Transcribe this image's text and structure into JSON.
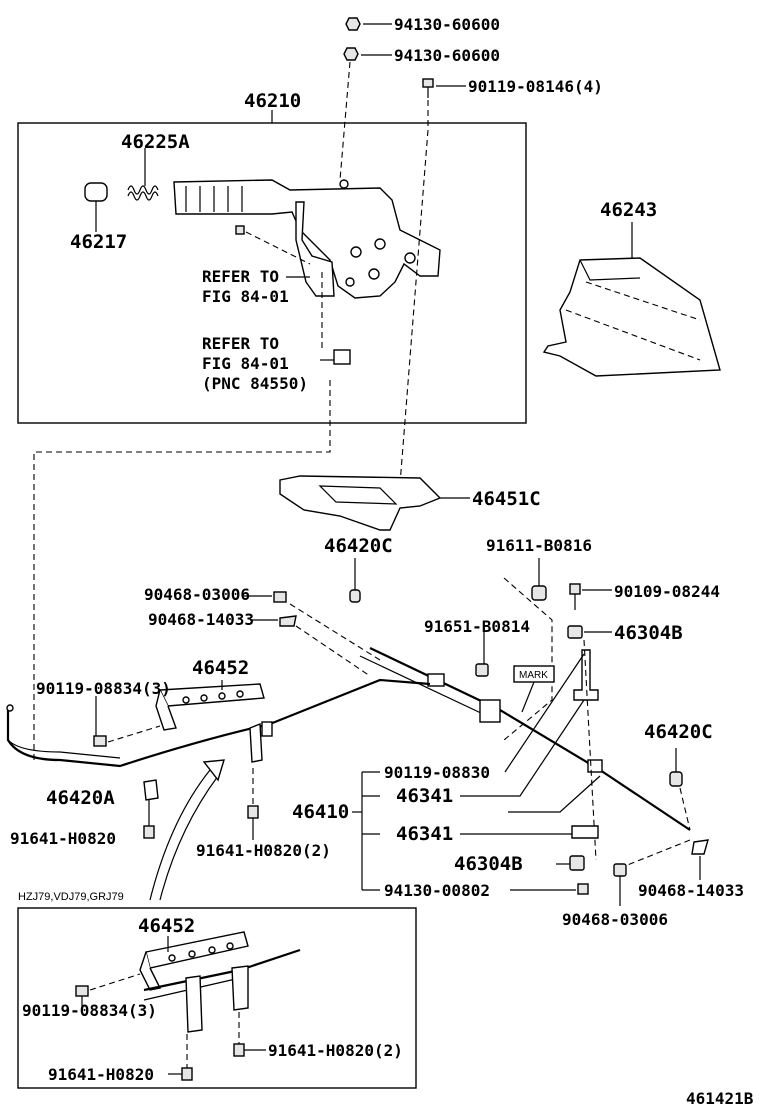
{
  "labels": {
    "p94130_60600_a": "94130-60600",
    "p94130_60600_b": "94130-60600",
    "p90119_08146": "90119-08146(4)",
    "p46210": "46210",
    "p46225A": "46225A",
    "p46217": "46217",
    "refer1_line1": "REFER TO",
    "refer1_line2": "FIG 84-01",
    "refer2_line1": "REFER TO",
    "refer2_line2": "FIG 84-01",
    "refer2_line3": "(PNC 84550)",
    "p46243": "46243",
    "p46451C": "46451C",
    "p46420C_top": "46420C",
    "p91611_B0816": "91611-B0816",
    "p90468_03006_top": "90468-03006",
    "p90109_08244": "90109-08244",
    "p90468_14033_top": "90468-14033",
    "p91651_B0814": "91651-B0814",
    "p46304B_top": "46304B",
    "p46452": "46452",
    "mark": "MARK",
    "p90119_08834": "90119-08834(3)",
    "p46420C_right": "46420C",
    "p90119_08830": "90119-08830",
    "p46420A": "46420A",
    "p46341_a": "46341",
    "p46410": "46410",
    "p91641_H0820_left": "91641-H0820",
    "p91641_H0820_2": "91641-H0820(2)",
    "p46341_b": "46341",
    "p46304B_bottom": "46304B",
    "p94130_00802": "94130-00802",
    "p90468_14033_bottom": "90468-14033",
    "model_note": "HZJ79,VDJ79,GRJ79",
    "p90468_03006_bottom": "90468-03006",
    "inset_46452": "46452",
    "inset_90119_08834": "90119-08834(3)",
    "inset_91641_H0820_2": "91641-H0820(2)",
    "inset_91641_H0820": "91641-H0820",
    "figure_id": "461421B"
  }
}
